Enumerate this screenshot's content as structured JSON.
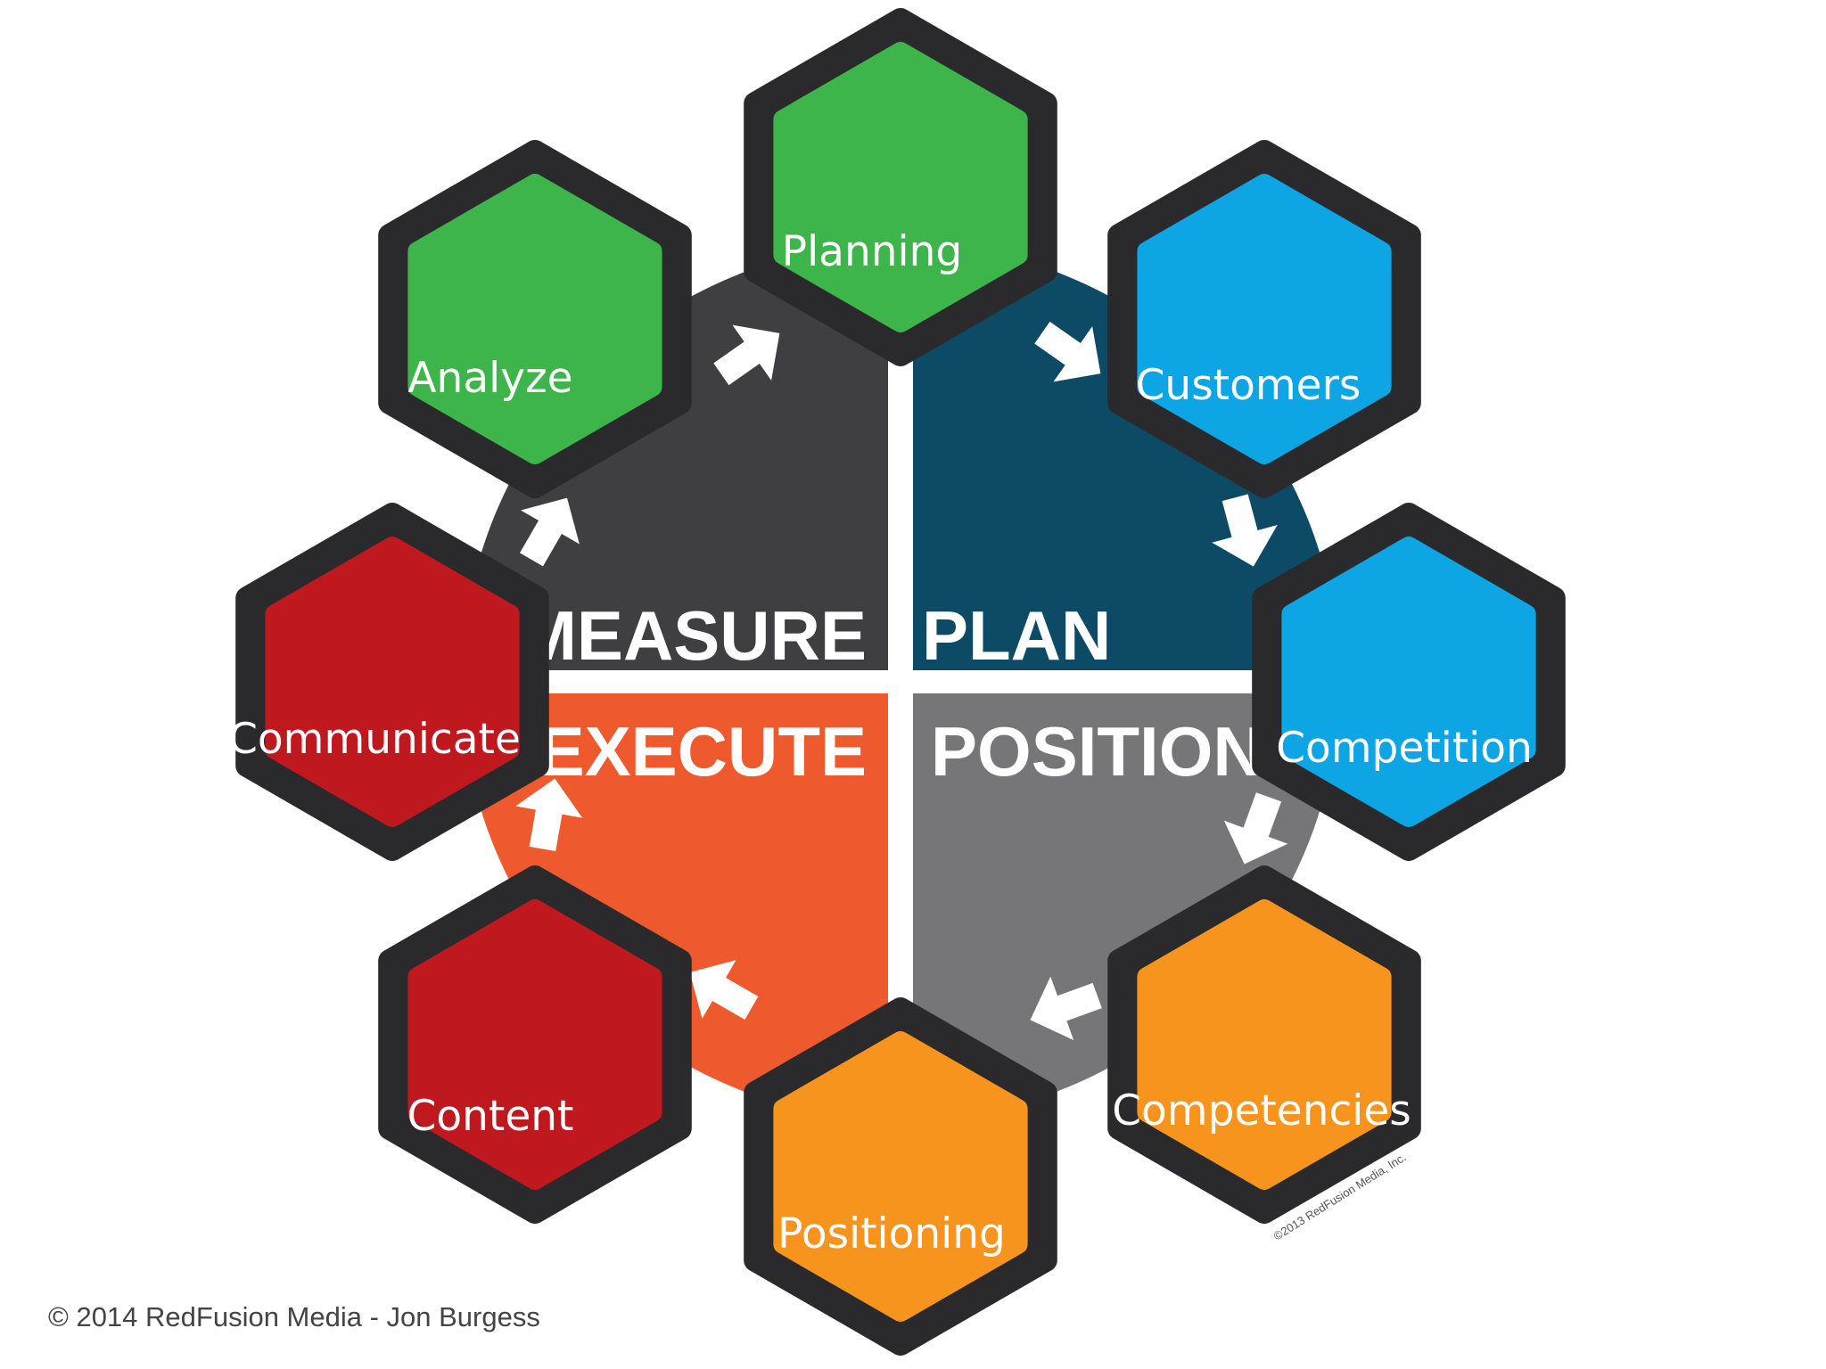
{
  "quadrants": [
    {
      "key": "measure",
      "label": "MEASURE",
      "color": "#3f3f42"
    },
    {
      "key": "plan",
      "label": "PLAN",
      "color": "#0d4a66"
    },
    {
      "key": "execute",
      "label": "EXECUTE",
      "color": "#ee5a2d"
    },
    {
      "key": "position",
      "label": "POSITION",
      "color": "#767678"
    }
  ],
  "hexagons": [
    {
      "key": "planning",
      "label": "Planning",
      "color": "#3db54a"
    },
    {
      "key": "customers",
      "label": "Customers",
      "color": "#0ea5e4"
    },
    {
      "key": "competition",
      "label": "Competition",
      "color": "#0ea5e4"
    },
    {
      "key": "competencies",
      "label": "Competencies",
      "color": "#f7941d"
    },
    {
      "key": "positioning",
      "label": "Positioning",
      "color": "#f7941d"
    },
    {
      "key": "content",
      "label": "Content",
      "color": "#c0181f"
    },
    {
      "key": "communicate",
      "label": "Communicate",
      "color": "#c0181f"
    },
    {
      "key": "analyze",
      "label": "Analyze",
      "color": "#3db54a"
    }
  ],
  "hex_border_color": "#2a2a2d",
  "arrow_color": "#ffffff",
  "diagram_credit": "©2013 RedFusion Media, Inc.",
  "footer": "© 2014 RedFusion Media - Jon Burgess"
}
